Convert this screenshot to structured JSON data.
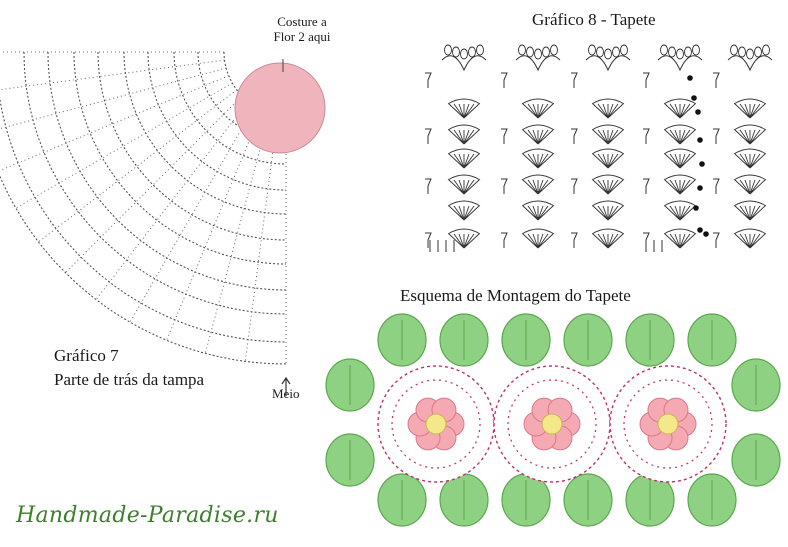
{
  "chart7": {
    "title": "Gráfico 7",
    "subtitle": "Parte de trás da tampa",
    "sew_note_line1": "Costure a",
    "sew_note_line2": "Flor 2 aqui",
    "middle_label": "Meio",
    "flower_color": "#f0b4bc"
  },
  "chart8": {
    "title": "Gráfico 8 - Tapete"
  },
  "assembly": {
    "title": "Esquema de Montagem do Tapete",
    "leaf_color": "#8fd183",
    "flower_center_color": "#f5e88a",
    "flower_petal_color": "#f4a9b3",
    "ring_color": "#c0306a"
  },
  "watermark": {
    "text": "Handmade-Paradise.ru",
    "color": "#3e7f2e"
  }
}
